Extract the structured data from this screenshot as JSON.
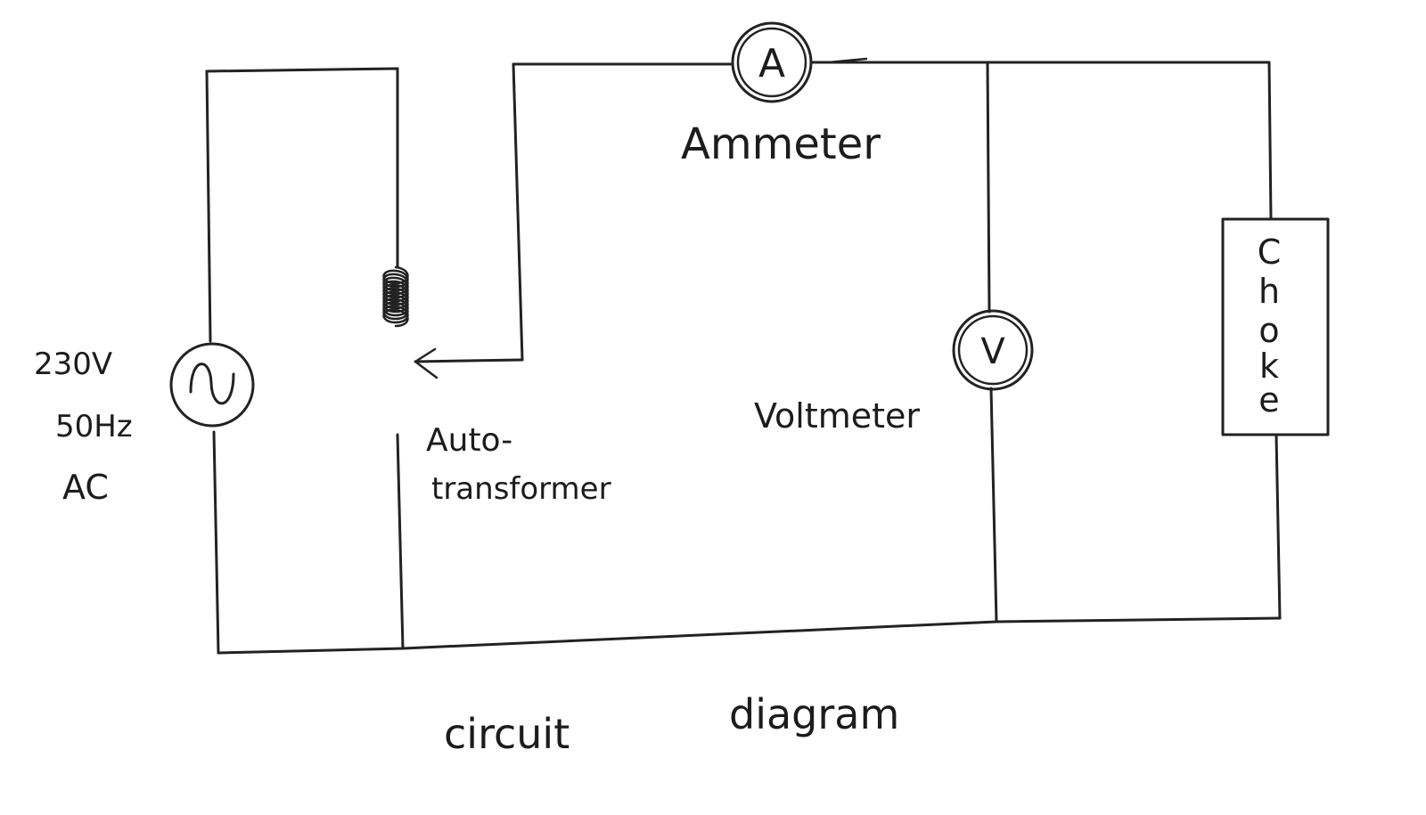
{
  "source": {
    "voltage": "230V",
    "frequency": "50Hz",
    "type": "AC",
    "symbol": "~"
  },
  "autotransformer": {
    "line1": "Auto-",
    "line2": "transformer"
  },
  "ammeter": {
    "symbol": "A",
    "label": "Ammeter"
  },
  "voltmeter": {
    "symbol": "V",
    "label": "Voltmeter"
  },
  "choke": {
    "letters": [
      "C",
      "h",
      "o",
      "k",
      "e"
    ]
  },
  "caption": {
    "word1": "circuit",
    "word2": "diagram"
  }
}
